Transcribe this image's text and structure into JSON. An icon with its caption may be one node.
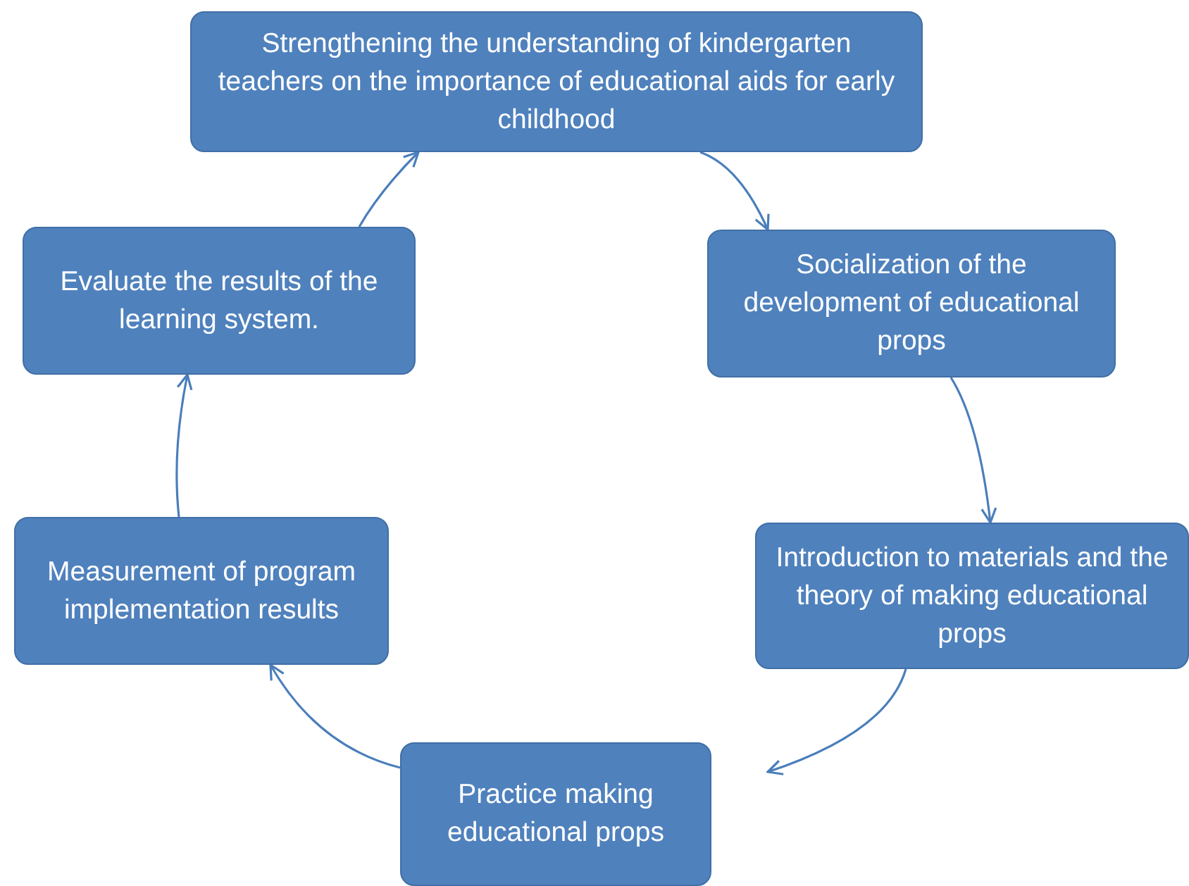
{
  "diagram": {
    "nodes": [
      {
        "text": [
          "Strengthening the understanding of kindergarten teachers on the importance of educational aids for early childhood"
        ]
      },
      {
        "text": [
          "Socialization of the development of educational props"
        ]
      },
      {
        "text": [
          "Introduction to materials and the theory of making educational props"
        ]
      },
      {
        "text": [
          "Practice making educational props"
        ]
      },
      {
        "text": [
          "Measurement of program implementation results"
        ]
      },
      {
        "text": [
          "Evaluate the results of the learning system."
        ]
      }
    ],
    "edges": [
      {
        "from": 0,
        "to": 1,
        "arrow": "to"
      },
      {
        "from": 1,
        "to": 2,
        "arrow": "to"
      },
      {
        "from": 2,
        "to": 3,
        "arrow": "to"
      },
      {
        "from": 3,
        "to": 4,
        "arrow": "to"
      },
      {
        "from": 4,
        "to": 5,
        "arrow": "to"
      },
      {
        "from": 5,
        "to": 0,
        "arrow": "to"
      }
    ]
  }
}
